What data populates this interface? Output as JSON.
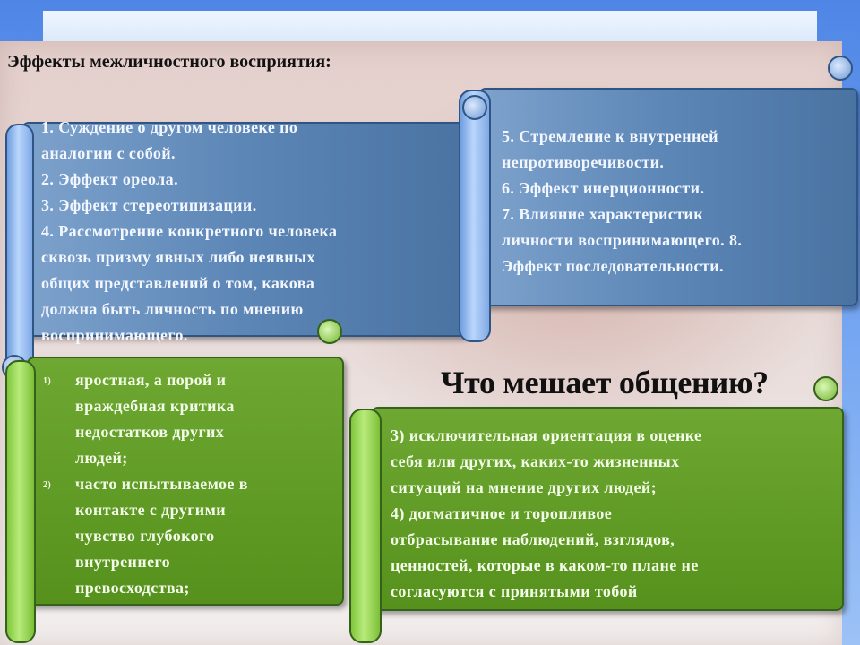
{
  "title": "Эффекты межличностного восприятия:",
  "subtitle": "Что мешает общению?",
  "box_top_left": {
    "lines": [
      "1. Суждение о другом человеке по",
      "аналогии с собой.",
      "2. Эффект ореола.",
      "3. Эффект стереотипизации.",
      "4. Рассмотрение конкретного человека",
      "сквозь призму явных либо неявных",
      "общих представлений о том, какова",
      "должна быть личность по мнению",
      "воспринимающего."
    ]
  },
  "box_top_right": {
    "lines": [
      "5. Стремление к внутренней",
      "непротиворечивости.",
      "6. Эффект инерционности.",
      "7. Влияние характеристик",
      "личности воспринимающего. 8.",
      "Эффект последовательности."
    ]
  },
  "box_bottom_left": {
    "items": [
      {
        "marker": "1)",
        "lines": [
          "яростная, а порой и",
          "враждебная критика",
          "недостатков других",
          "людей;"
        ]
      },
      {
        "marker": "2)",
        "lines": [
          "часто испытываемое в",
          "контакте с другими",
          "чувство глубокого",
          "внутреннего",
          "превосходства;"
        ]
      }
    ]
  },
  "box_bottom_right": {
    "lines": [
      "3) исключительная ориентация в оценке",
      "себя или других, каких-то жизненных",
      "ситуаций на мнение других людей;",
      "4) догматичное и торопливое",
      "отбрасывание наблюдений, взглядов,",
      "ценностей, которые в каком-то плане не",
      "согласуются с принятыми тобой"
    ]
  },
  "colors": {
    "blue_scroll": "#5c86b6",
    "green_scroll": "#55911c",
    "background_top": "#4f86e6"
  }
}
